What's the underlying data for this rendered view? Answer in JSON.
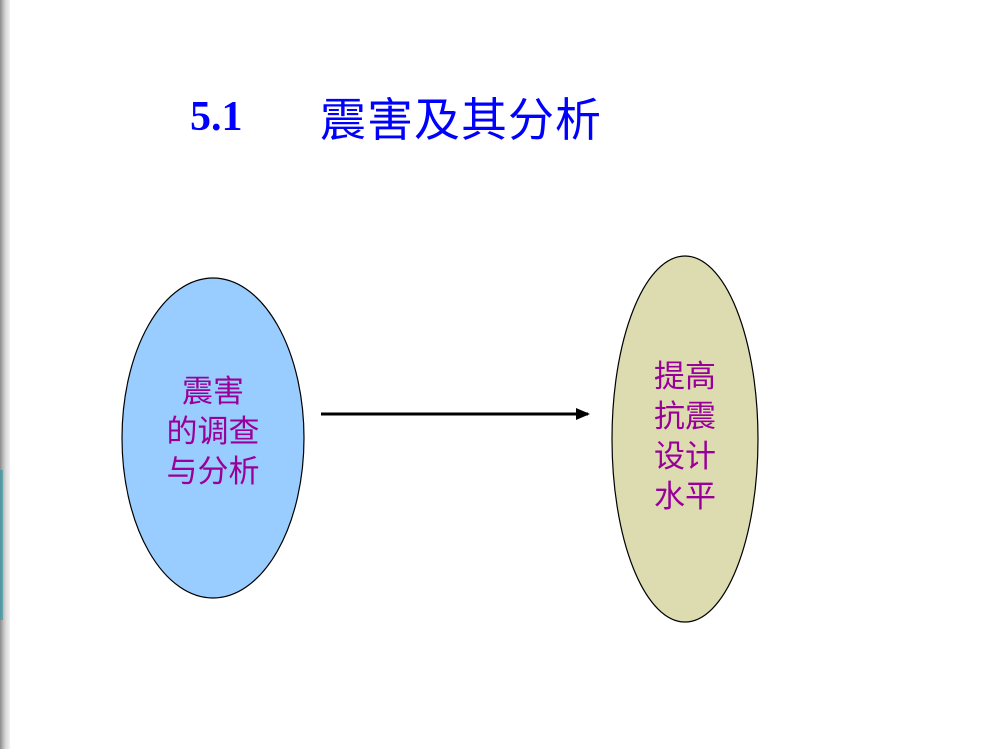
{
  "slide": {
    "title_number": "5.1",
    "title_text": "震害及其分析"
  },
  "diagram": {
    "nodes": [
      {
        "id": "left",
        "label": "震害\n的调查\n与分析",
        "fill": "#99ccff"
      },
      {
        "id": "right",
        "label": "提高\n抗震\n设计\n水平",
        "fill": "#dddcb0"
      }
    ],
    "edges": [
      {
        "from": "left",
        "to": "right"
      }
    ],
    "colors": {
      "title": "#0000ff",
      "node_text": "#990099",
      "outline": "#000000"
    }
  }
}
